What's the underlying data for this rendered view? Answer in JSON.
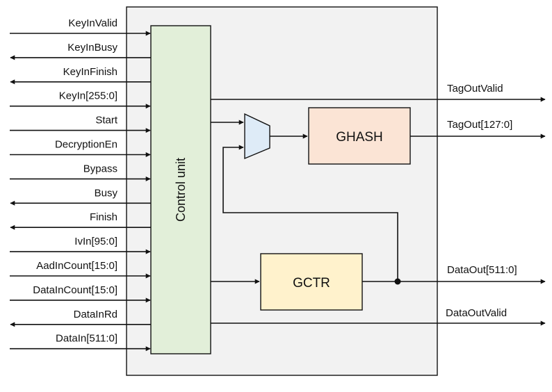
{
  "diagram": {
    "control_unit_label": "Control unit",
    "ghash_label": "GHASH",
    "gctr_label": "GCTR",
    "inputs": [
      {
        "label": "KeyInValid",
        "direction": "in"
      },
      {
        "label": "KeyInBusy",
        "direction": "out"
      },
      {
        "label": "KeyInFinish",
        "direction": "out"
      },
      {
        "label": "KeyIn[255:0]",
        "direction": "in"
      },
      {
        "label": "Start",
        "direction": "in"
      },
      {
        "label": "DecryptionEn",
        "direction": "in"
      },
      {
        "label": "Bypass",
        "direction": "in"
      },
      {
        "label": "Busy",
        "direction": "out"
      },
      {
        "label": "Finish",
        "direction": "out"
      },
      {
        "label": "IvIn[95:0]",
        "direction": "in"
      },
      {
        "label": "AadInCount[15:0]",
        "direction": "in"
      },
      {
        "label": "DataInCount[15:0]",
        "direction": "in"
      },
      {
        "label": "DataInRd",
        "direction": "out"
      },
      {
        "label": "DataIn[511:0]",
        "direction": "in"
      }
    ],
    "outputs": {
      "tag_out_valid": "TagOutValid",
      "tag_out": "TagOut[127:0]",
      "data_out": "DataOut[511:0]",
      "data_out_valid": "DataOutValid"
    },
    "colors": {
      "outer_box": "#f2f2f2",
      "control_unit": "#e2efd9",
      "ghash": "#fbe4d5",
      "gctr": "#fff2cc",
      "mux": "#deebf7",
      "line": "#111111"
    }
  }
}
